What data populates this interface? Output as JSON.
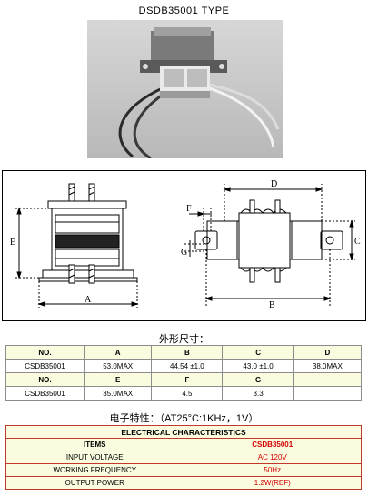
{
  "title": "DSDB35001 TYPE",
  "drawing_labels": {
    "a": "A",
    "b": "B",
    "c": "C",
    "d": "D",
    "e": "E",
    "f": "F",
    "g": "G"
  },
  "dimensions": {
    "title": "外形尺寸：",
    "header1": [
      "NO.",
      "A",
      "B",
      "C",
      "D"
    ],
    "row1": [
      "CSDB35001",
      "53.0MAX",
      "44.54 ±1.0",
      "43.0 ±1.0",
      "38.0MAX"
    ],
    "header2": [
      "NO.",
      "E",
      "F",
      "G",
      ""
    ],
    "row2": [
      "CSDB35001",
      "35.0MAX",
      "4.5",
      "3.3",
      ""
    ]
  },
  "electrical": {
    "subtitle": "电子特性：（AT25°C:1KHz，1V）",
    "heading": "ELECTRICAL CHARACTERISTICS",
    "rows": [
      {
        "label": "ITEMS",
        "value": "CSDB35001"
      },
      {
        "label": "INPUT VOLTAGE",
        "value": "AC  120V"
      },
      {
        "label": "WORKING  FREQUENCY",
        "value": "50Hz"
      },
      {
        "label": "OUTPUT POWER",
        "value": "1.2W(REF)"
      }
    ]
  }
}
